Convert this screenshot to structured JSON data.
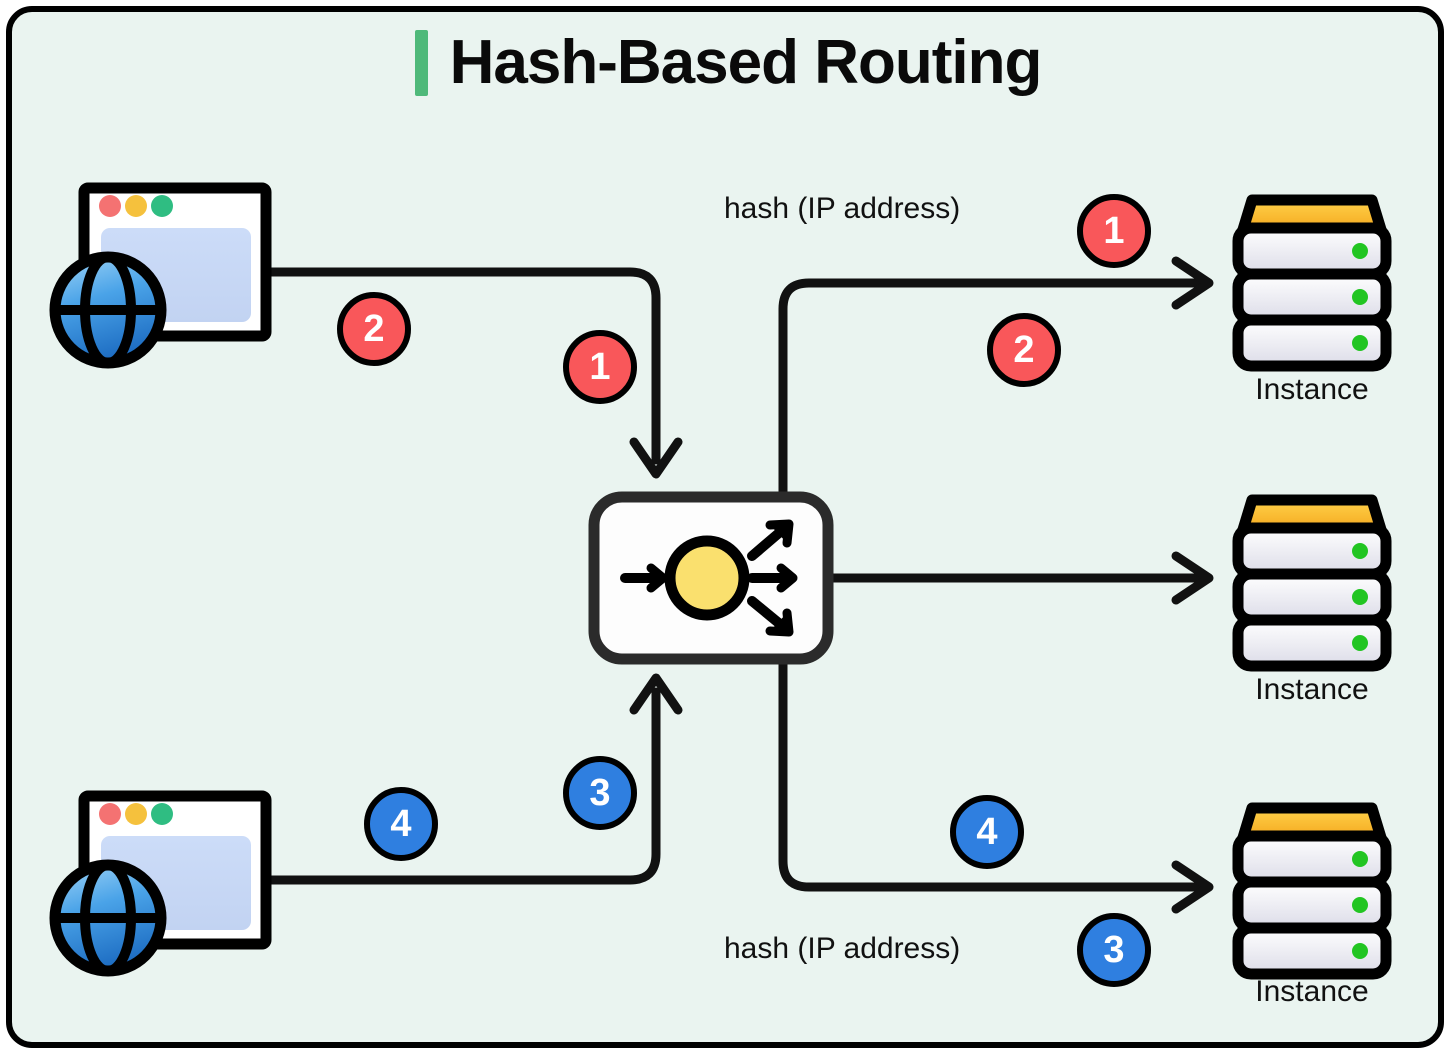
{
  "page": {
    "title": "Hash-Based Routing",
    "accent_color": "#4fb97a",
    "background_color": "#eaf4f0",
    "border_color": "#000000"
  },
  "colors": {
    "red_badge": "#f9575a",
    "blue_badge": "#2f7fe0",
    "connector": "#111111",
    "server_top": "#f5a623",
    "server_status_dot": "#22c522",
    "client_window_body": "#c5d6f5",
    "load_balancer_core": "#fae06e"
  },
  "clients": [
    {
      "name": "client-top",
      "icon": "browser-globe-icon"
    },
    {
      "name": "client-bottom",
      "icon": "browser-globe-icon"
    }
  ],
  "load_balancer": {
    "icon": "load-balancer-icon",
    "inputs": 1,
    "outputs": 3
  },
  "servers": [
    {
      "label": "Instance",
      "icon": "server-stack-icon",
      "status_dots": 3
    },
    {
      "label": "Instance",
      "icon": "server-stack-icon",
      "status_dots": 3
    },
    {
      "label": "Instance",
      "icon": "server-stack-icon",
      "status_dots": 3
    }
  ],
  "flow_labels": [
    {
      "text": "hash (IP address)",
      "position": "top"
    },
    {
      "text": "hash (IP address)",
      "position": "bottom"
    }
  ],
  "badges": [
    {
      "value": "2",
      "color": "red",
      "position": "top-client-path"
    },
    {
      "value": "1",
      "color": "red",
      "position": "top-into-lb"
    },
    {
      "value": "1",
      "color": "red",
      "position": "top-hash-label"
    },
    {
      "value": "2",
      "color": "red",
      "position": "lb-to-top-instance"
    },
    {
      "value": "4",
      "color": "blue",
      "position": "bottom-client-path"
    },
    {
      "value": "3",
      "color": "blue",
      "position": "bottom-into-lb"
    },
    {
      "value": "4",
      "color": "blue",
      "position": "lb-to-bottom-instance"
    },
    {
      "value": "3",
      "color": "blue",
      "position": "bottom-hash-label"
    }
  ]
}
